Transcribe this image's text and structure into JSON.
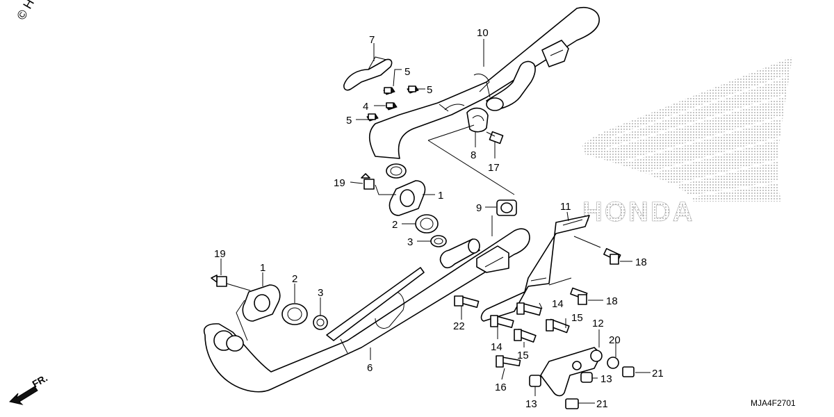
{
  "copyright": "© H",
  "diagram_code": "MJA4F2701",
  "front_indicator": "FR.",
  "watermark": "HONDA",
  "callouts": {
    "p1a": "1",
    "p1b": "1",
    "p2a": "2",
    "p2b": "2",
    "p3a": "3",
    "p3b": "3",
    "p4": "4",
    "p5a": "5",
    "p5b": "5",
    "p5c": "5",
    "p6": "6",
    "p7": "7",
    "p8": "8",
    "p9": "9",
    "p10": "10",
    "p11": "11",
    "p12": "12",
    "p13a": "13",
    "p13b": "13",
    "p14a": "14",
    "p14b": "14",
    "p15a": "15",
    "p15b": "15",
    "p16": "16",
    "p17": "17",
    "p18a": "18",
    "p18b": "18",
    "p19a": "19",
    "p19b": "19",
    "p20": "20",
    "p21a": "21",
    "p21b": "21",
    "p22": "22"
  }
}
